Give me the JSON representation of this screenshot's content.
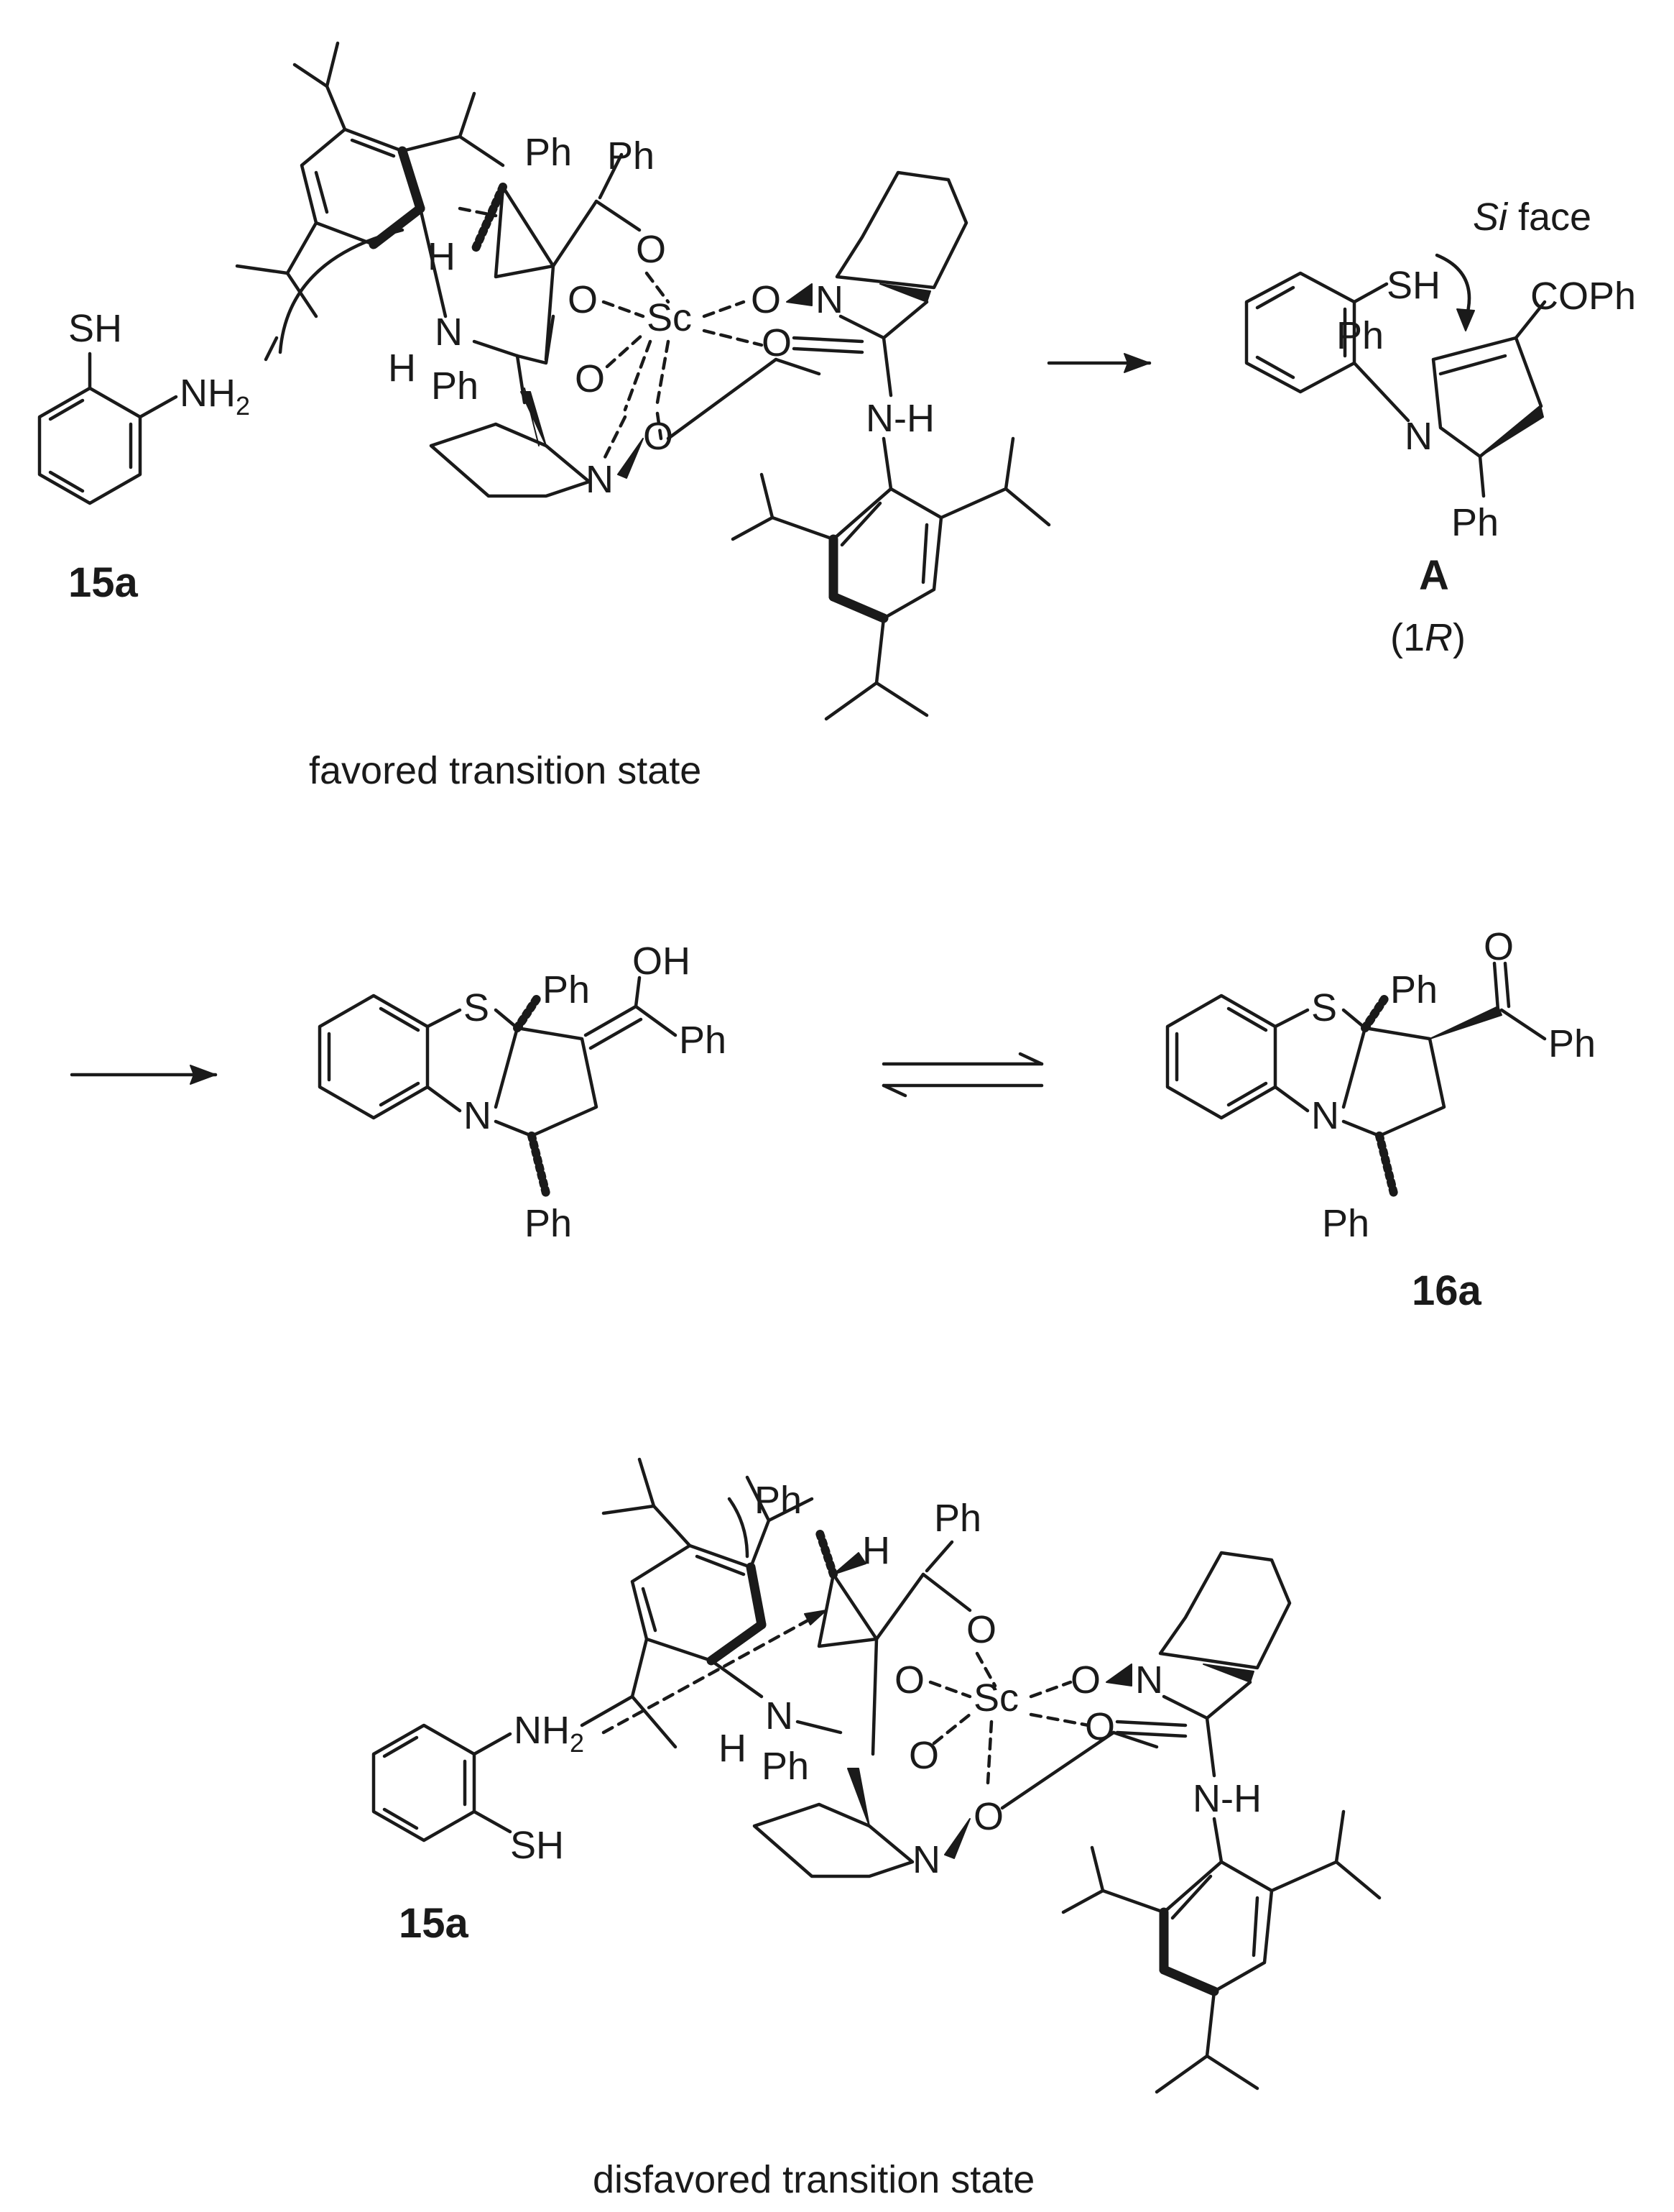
{
  "labels": {
    "sh": "SH",
    "nh2": "NH",
    "nh2_sub": "2",
    "ph": "Ph",
    "o": "O",
    "oh": "OH",
    "n": "N",
    "s": "S",
    "sc": "Sc",
    "h": "H",
    "nh": "N-H",
    "coph": "COPh",
    "si_face_italic": "Si",
    "si_face_rest": " face"
  },
  "compounds": {
    "c15a": "15a",
    "A": "A",
    "A_config_open": "(1",
    "A_config_R": "R",
    "A_config_close": ")",
    "c16a": "16a"
  },
  "captions": {
    "favored": "favored transition state",
    "disfavored": "disfavored transition state"
  }
}
